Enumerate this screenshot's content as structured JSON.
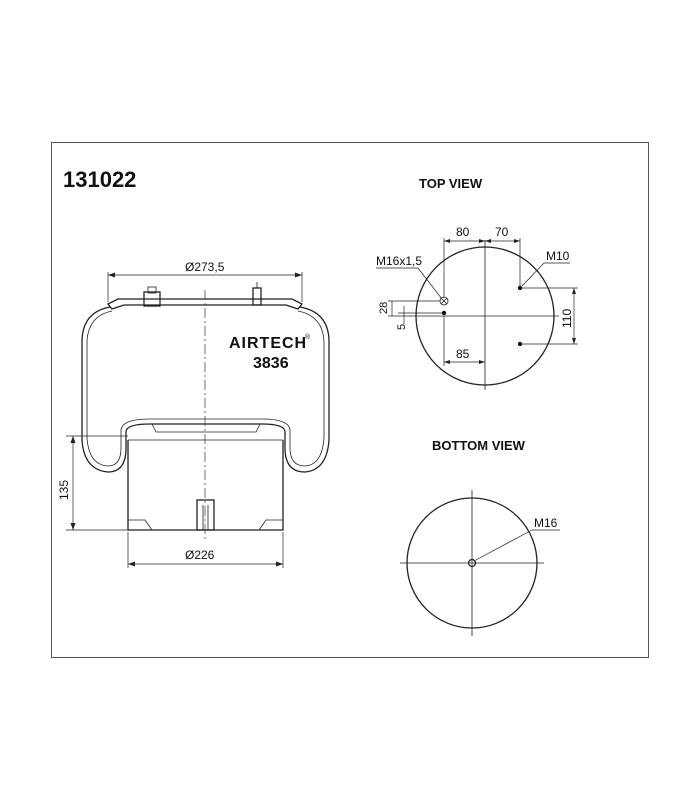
{
  "part_number": "131022",
  "views": {
    "top": "TOP VIEW",
    "bottom": "BOTTOM VIEW"
  },
  "brand": {
    "name": "AIRTECH",
    "registered_mark": "®",
    "model": "3836"
  },
  "side_view": {
    "top_diameter": "Ø273,5",
    "bottom_diameter": "Ø226",
    "height": "135"
  },
  "top_view": {
    "dim_80": "80",
    "dim_70": "70",
    "dim_110": "110",
    "dim_85": "85",
    "dim_28": "28",
    "dim_5": "5",
    "thread_large": "M16x1,5",
    "thread_small": "M10"
  },
  "bottom_view": {
    "thread": "M16"
  }
}
